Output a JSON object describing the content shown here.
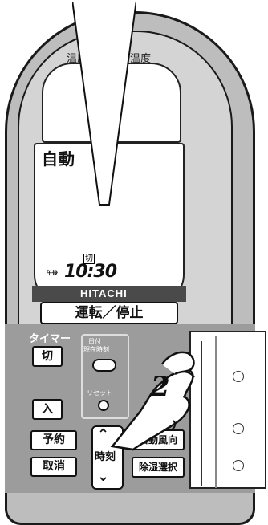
{
  "display": {
    "label_left": "温度",
    "label_right": "温度",
    "mode": "自動",
    "timer_mark": "切",
    "time_prefix": "午後",
    "time": "10:30",
    "brand": "HITACHI"
  },
  "buttons": {
    "run_stop": "運転／停止",
    "timer_label": "タイマー",
    "off": "切",
    "on": "入",
    "reserve": "予約",
    "cancel": "取消",
    "date_label_1": "日付",
    "date_label_2": "現在時刻",
    "reset_label": "リセット",
    "time_rocker": "時刻",
    "swing": "自動風向",
    "dehumid": "除湿選択"
  },
  "annotation": {
    "step_number": "2"
  },
  "colors": {
    "panel": "#bdbdbd",
    "lower_panel": "#9c9c9c",
    "outline": "#1a1a1a"
  },
  "icons": [
    "pointer-arrow-icon",
    "hand-pointing-icon",
    "chevron-up-icon",
    "chevron-down-icon"
  ]
}
